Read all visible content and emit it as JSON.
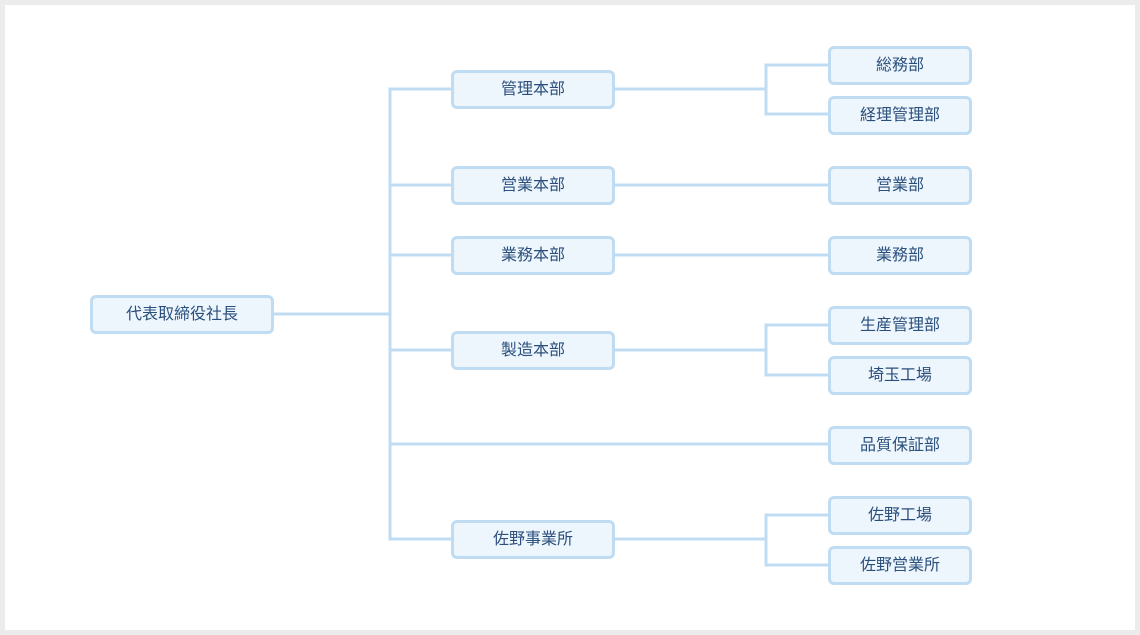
{
  "org": {
    "root": "代表取締役社長",
    "divisions": [
      {
        "name": "管理本部",
        "departments": [
          "総務部",
          "経理管理部"
        ]
      },
      {
        "name": "営業本部",
        "departments": [
          "営業部"
        ]
      },
      {
        "name": "業務本部",
        "departments": [
          "業務部"
        ]
      },
      {
        "name": "製造本部",
        "departments": [
          "生産管理部",
          "埼玉工場"
        ]
      },
      {
        "name": "",
        "departments": [
          "品質保証部"
        ]
      },
      {
        "name": "佐野事業所",
        "departments": [
          "佐野工場",
          "佐野営業所"
        ]
      }
    ]
  },
  "colors": {
    "connector": "#bfdcf2",
    "node_fill": "#eef6fd",
    "node_text": "#2a4f7c",
    "background": "#ffffff"
  }
}
